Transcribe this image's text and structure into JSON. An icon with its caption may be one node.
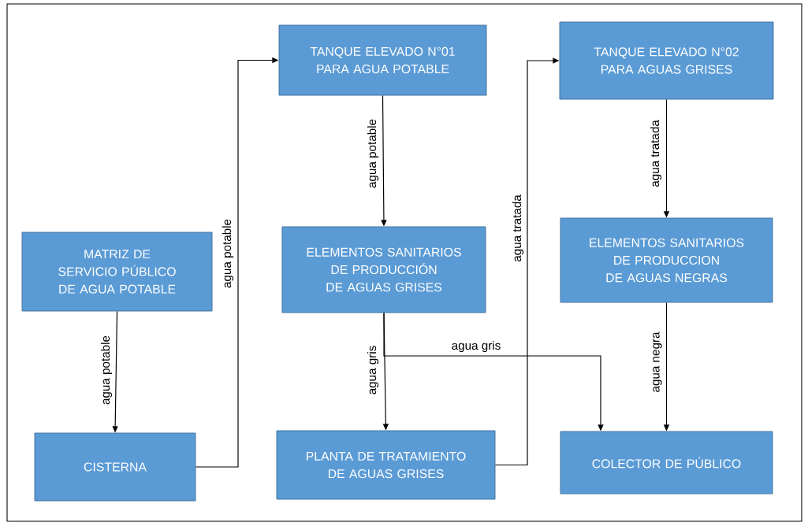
{
  "diagram": {
    "nodes": [
      {
        "text": [
          "MATRIZ DE SERVICIO PÚBLICO DE AGUA POTABLE"
        ]
      },
      {
        "text": [
          "CISTERNA"
        ]
      },
      {
        "text": [
          "TANQUE ELEVADO N°01 PARA AGUA POTABLE"
        ]
      },
      {
        "text": [
          "ELEMENTOS SANITARIOS DE PRODUCCIÓN DE AGUAS GRISES"
        ]
      },
      {
        "text": [
          "PLANTA DE TRATAMIENTO DE AGUAS GRISES"
        ]
      },
      {
        "text": [
          "TANQUE ELEVADO N°02 PARA AGUAS GRISES"
        ]
      },
      {
        "text": [
          "ELEMENTOS SANITARIOS DE PRODUCCION DE AGUAS NEGRAS"
        ]
      },
      {
        "text": [
          "COLECTOR DE PÚBLICO"
        ]
      }
    ],
    "edges": [
      {
        "from": 0,
        "to": 1,
        "arrow": "to",
        "label": "agua potable"
      },
      {
        "from": 1,
        "to": 2,
        "arrow": "to",
        "label": "agua potable"
      },
      {
        "from": 2,
        "to": 3,
        "arrow": "to",
        "label": "agua potable"
      },
      {
        "from": 3,
        "to": 4,
        "arrow": "to",
        "label": "agua gris"
      },
      {
        "from": 3,
        "to": 7,
        "arrow": "to",
        "label": "agua gris"
      },
      {
        "from": 4,
        "to": 5,
        "arrow": "to",
        "label": "agua tratada"
      },
      {
        "from": 5,
        "to": 6,
        "arrow": "to",
        "label": "agua tratada"
      },
      {
        "from": 6,
        "to": 7,
        "arrow": "to",
        "label": "agua negra"
      }
    ]
  }
}
